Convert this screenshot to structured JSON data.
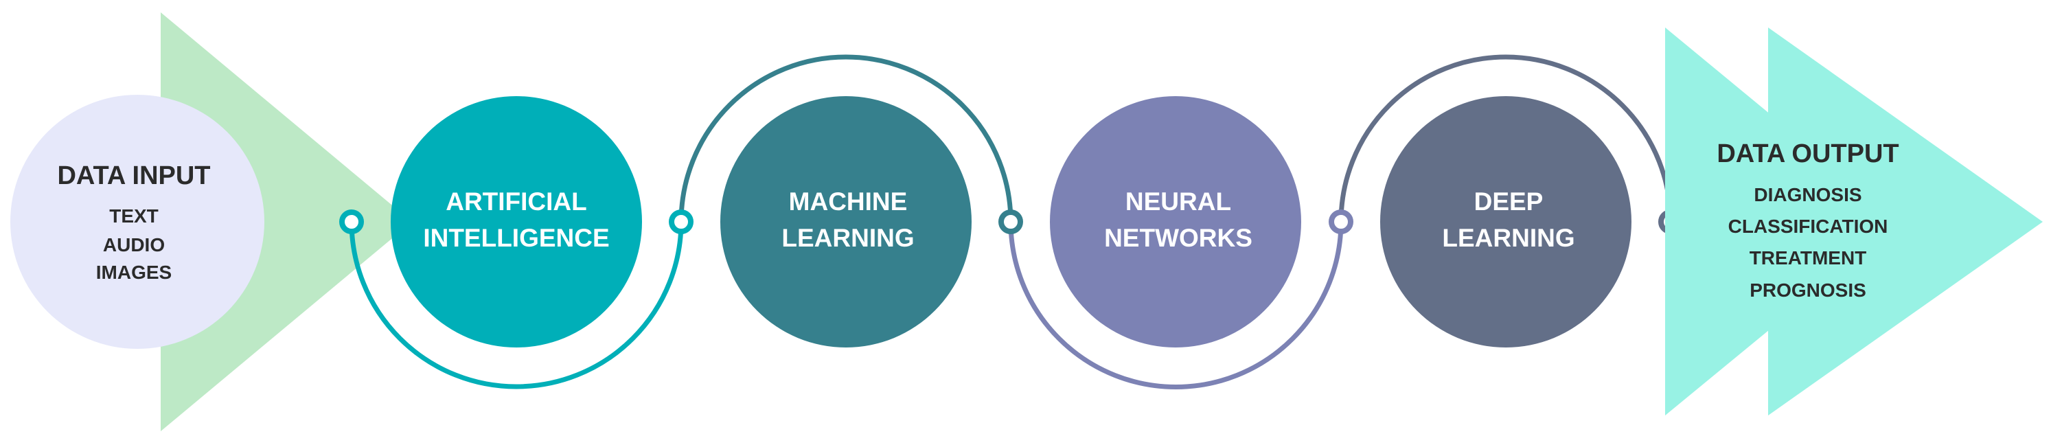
{
  "input": {
    "title": "DATA INPUT",
    "items": [
      "TEXT",
      "AUDIO",
      "IMAGES"
    ]
  },
  "stages": [
    {
      "line1": "ARTIFICIAL",
      "line2": "INTELLIGENCE",
      "color": "#00AFB8"
    },
    {
      "line1": "MACHINE",
      "line2": "LEARNING",
      "color": "#36808D"
    },
    {
      "line1": "NEURAL",
      "line2": "NETWORKS",
      "color": "#7C82B4"
    },
    {
      "line1": "DEEP",
      "line2": "LEARNING",
      "color": "#636F88"
    }
  ],
  "output": {
    "title": "DATA OUTPUT",
    "items": [
      "DIAGNOSIS",
      "CLASSIFICATION",
      "TREATMENT",
      "PROGNOSIS"
    ]
  },
  "colors": {
    "input_circle": "#E6E8FA",
    "input_arrow": "#BDE9C6",
    "output_arrow": "#98F2E4",
    "dark_text": "#2B2B2B",
    "white_text": "#FFFFFF"
  }
}
